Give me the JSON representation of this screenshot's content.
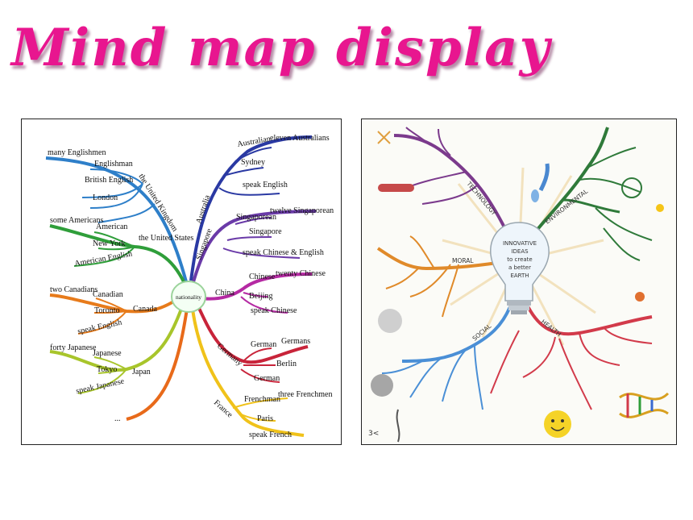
{
  "title": "Mind map display",
  "left_map": {
    "center": "nationality",
    "branches": {
      "uk": {
        "name": "the United Kingdom",
        "color": "#2e7fc9",
        "leaves": [
          "many Englishmen",
          "Englishman",
          "British English",
          "London"
        ]
      },
      "us": {
        "name": "the United States",
        "color": "#2f9e3a",
        "leaves": [
          "some Americans",
          "American",
          "New York",
          "American English"
        ]
      },
      "canada": {
        "name": "Canada",
        "color": "#e77b1b",
        "leaves": [
          "two Canadians",
          "Canadian",
          "Toronto",
          "speak English"
        ]
      },
      "japan": {
        "name": "Japan",
        "color": "#a8c52b",
        "leaves": [
          "forty Japanese",
          "Japanese",
          "Tokyo",
          "speak Japanese"
        ]
      },
      "more": {
        "name": "...",
        "color": "#e86a1a"
      },
      "australia": {
        "name": "Australia",
        "color": "#2a39a3",
        "leaves": [
          "Australian",
          "eleven Australians",
          "Sydney",
          "speak English"
        ]
      },
      "singapore": {
        "name": "Singapore",
        "color": "#6a3aa8",
        "leaves": [
          "Singaporean",
          "twelve Singaporean",
          "Singapore",
          "speak Chinese & English"
        ]
      },
      "china": {
        "name": "China",
        "color": "#b52aa3",
        "leaves": [
          "Chinese",
          "twenty Chinese",
          "Beijing",
          "speak Chinese"
        ]
      },
      "germany": {
        "name": "Germany",
        "color": "#c8243a",
        "leaves": [
          "German",
          "Germans",
          "Berlin",
          "German"
        ]
      },
      "france": {
        "name": "France",
        "color": "#f0c21a",
        "leaves": [
          "Frenchman",
          "three Frenchmen",
          "Paris",
          "speak French"
        ]
      }
    }
  },
  "right_map": {
    "center_text": [
      "INNOVATIVE",
      "IDEAS",
      "to create",
      "a better",
      "EARTH"
    ],
    "branches": [
      "TECHNOLOGY",
      "ENVIRONMENTAL",
      "MORAL",
      "SOCIAL",
      "HEALTH"
    ],
    "colors": {
      "technology": "#7b3a8c",
      "environmental": "#2f7a3a",
      "moral": "#e08a2a",
      "social": "#4a8fd6",
      "health": "#d23a4a"
    },
    "signature": "3<"
  }
}
